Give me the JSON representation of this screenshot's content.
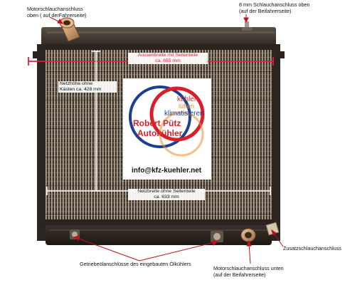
{
  "labels": {
    "top_left": [
      "Motorschlauchanschluss",
      "oben ( auf derFahrerseite)"
    ],
    "top_right": [
      "8 mm Schlauchanschluss oben",
      "(auf der Beifahrerseite)"
    ],
    "right": "Zusatzschlauchanschluss",
    "bottom_left": "Getriebeölanschlüsse des eingebauten Ölkühlers",
    "bottom_right": [
      "Motorschlauchanschluss unten",
      "(auf der Beifahrerseite)"
    ]
  },
  "measurements": {
    "outer_width": [
      "Aussenbreite mit Seitenteile",
      "ca. 655 mm"
    ],
    "net_height": [
      "Netzhöhe ohne",
      "Kästen ca. 428 mm"
    ],
    "net_width": [
      "Netzbreite ohne Seitenteile",
      "ca. 633 mm"
    ]
  },
  "brand": {
    "tagline": [
      "kühlen",
      "lüften",
      "klimatisieren"
    ],
    "name": [
      "Robert Pütz",
      "Autokühler"
    ],
    "email": "info@kfz-kuehler.net"
  },
  "colors": {
    "measure_line": "#e0203a",
    "arrow": "#c0101a",
    "logo_red": "#d81f2a",
    "logo_blue": "#1c3f94",
    "logo_orange": "#f08a24",
    "radiator_dark": "#2a2420",
    "radiator_core": "#4a4038"
  }
}
